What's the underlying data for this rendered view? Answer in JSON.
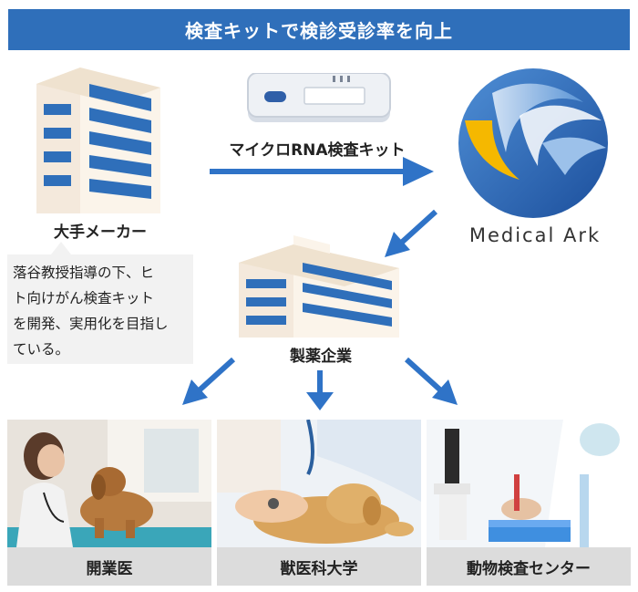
{
  "header": {
    "title": "検査キットで検診受診率を向上"
  },
  "manufacturer": {
    "label": "大手メーカー"
  },
  "kit": {
    "label": "マイクロRNA検査キット"
  },
  "logo": {
    "text": "Medical Ark"
  },
  "note": {
    "lines": [
      "落谷教授指導の下、ヒ",
      "ト向けがん検査キット",
      "を開発、実用化を目指し",
      "ている。"
    ]
  },
  "pharma": {
    "label": "製薬企業"
  },
  "destinations": [
    {
      "label": "開業医"
    },
    {
      "label": "獣医科大学"
    },
    {
      "label": "動物検査センター"
    }
  ],
  "colors": {
    "accent_blue": "#2f6fba",
    "arrow_blue": "#2f73c7",
    "logo_yellow": "#f5b800"
  }
}
